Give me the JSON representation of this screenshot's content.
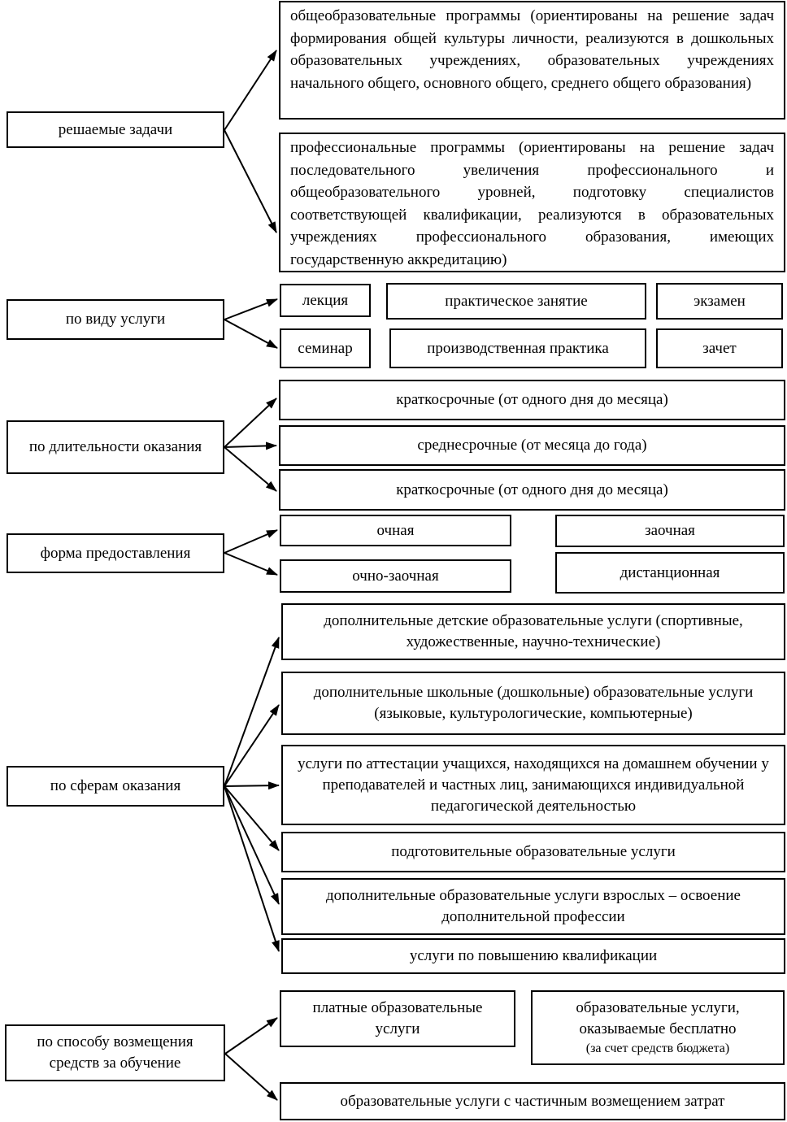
{
  "colors": {
    "background": "#ffffff",
    "box_border": "#000000",
    "line": "#000000",
    "text": "#000000"
  },
  "rows": [
    {
      "category": "решаемые задачи",
      "items": [
        {
          "text": "общеобразовательные программы (ориентированы на решение задач формирования общей культуры личности, реализуются в дошкольных образовательных учреждениях, образовательных учреждениях начального общего, основного общего, среднего общего образования)"
        },
        {
          "text": "профессиональные программы (ориентированы на решение задач последовательного увеличения профессионального и общеобразовательного уровней, подготовку специалистов соответствующей квалификации, реализуются в образовательных учреждениях профессионального образования, имеющих государственную аккредитацию)"
        }
      ]
    },
    {
      "category": "по виду услуги",
      "items": [
        {
          "text": "лекция"
        },
        {
          "text": "практическое занятие"
        },
        {
          "text": "экзамен"
        },
        {
          "text": "семинар"
        },
        {
          "text": "производственная практика"
        },
        {
          "text": "зачет"
        }
      ]
    },
    {
      "category": "по длительности оказания",
      "items": [
        {
          "text": "краткосрочные (от одного дня до месяца)"
        },
        {
          "text": "среднесрочные (от месяца до года)"
        },
        {
          "text": "краткосрочные (от одного дня до месяца)"
        }
      ]
    },
    {
      "category": "форма предоставления",
      "items": [
        {
          "text": "очная"
        },
        {
          "text": "заочная"
        },
        {
          "text": "очно-заочная"
        },
        {
          "text": "дистанционная"
        }
      ]
    },
    {
      "category": "по сферам оказания",
      "items": [
        {
          "text": "дополнительные детские образовательные услуги (спортивные, художественные, научно-технические)"
        },
        {
          "text": "дополнительные школьные (дошкольные) образовательные услуги (языковые, культурологические, компьютерные)"
        },
        {
          "text": "услуги по аттестации учащихся, находящихся на домашнем обучении у преподавателей и частных лиц, занимающихся индивидуальной педагогической деятельностью"
        },
        {
          "text": "подготовительные образовательные услуги"
        },
        {
          "text": "дополнительные образовательные услуги взрослых – освоение дополнительной профессии"
        },
        {
          "text": "услуги по повышению квалификации"
        }
      ]
    },
    {
      "category": "по способу возмещения средств за обучение",
      "items": [
        {
          "text": "платные образовательные услуги"
        },
        {
          "text": "образовательные услуги, оказываемые бесплатно",
          "note": "(за счет средств бюджета)"
        },
        {
          "text": "образовательные услуги с частичным возмещением затрат"
        }
      ]
    }
  ]
}
